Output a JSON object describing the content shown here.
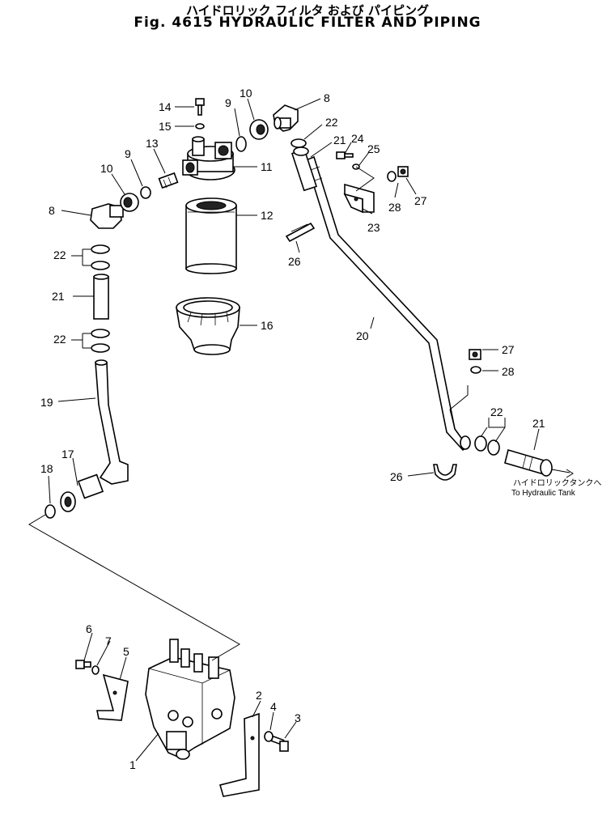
{
  "title": {
    "japanese": "ハイドロリック フィルタ および パイピング",
    "english": "Fig. 4615 HYDRAULIC FILTER AND PIPING"
  },
  "callouts": {
    "c1": "1",
    "c2": "2",
    "c3": "3",
    "c4": "4",
    "c5": "5",
    "c6": "6",
    "c7": "7",
    "c8a": "8",
    "c8b": "8",
    "c9a": "9",
    "c9b": "9",
    "c10a": "10",
    "c10b": "10",
    "c11": "11",
    "c12": "12",
    "c13": "13",
    "c14": "14",
    "c15": "15",
    "c16": "16",
    "c17": "17",
    "c18": "18",
    "c19": "19",
    "c20": "20",
    "c21a": "21",
    "c21b": "21",
    "c21c": "21",
    "c22a": "22",
    "c22b": "22",
    "c22c": "22",
    "c22d": "22",
    "c23": "23",
    "c24": "24",
    "c25": "25",
    "c26a": "26",
    "c26b": "26",
    "c27a": "27",
    "c27b": "27",
    "c28a": "28",
    "c28b": "28"
  },
  "tank_note": {
    "japanese": "ハイドロリックタンクへ",
    "english": "To Hydraulic Tank"
  }
}
